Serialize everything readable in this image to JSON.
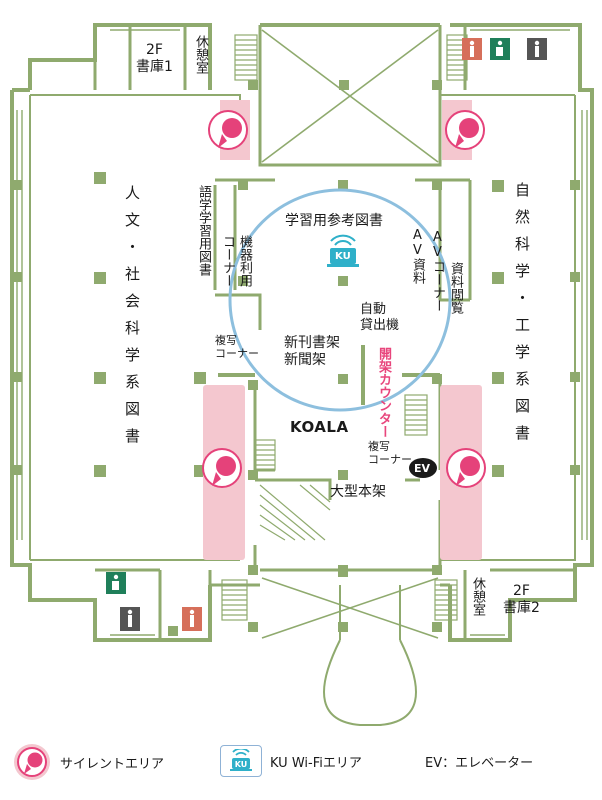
{
  "rooms": {
    "storage_2f_1": "2F\n書庫1",
    "lounge_1": "休憩室",
    "lounge_2": "休憩室",
    "storage_2f_2": "2F\n書庫2",
    "humanities": "人文・社会科学系図書",
    "science": "自然科学・工学系図書",
    "language_study": "語学学習用図書",
    "equipment": "機器利用",
    "corner_1": "コーナー",
    "av_materials": "AV資料",
    "av_corner": "AVコーナー",
    "av_viewing": "資料閲覧",
    "reference": "学習用参考図書",
    "auto_lending": "自動\n貸出機",
    "new_books": "新刊書架\n新聞架",
    "copy_corner_1": "複写\nコーナー",
    "copy_corner_2": "複写\nコーナー",
    "lending_counter": "開架カウンター",
    "koala": "KOALA",
    "ev": "EV",
    "large_shelf": "大型本架",
    "wifi_badge": "KU"
  },
  "legend": {
    "silent": "サイレントエリア",
    "wifi": "KU Wi-Fiエリア",
    "ev": "EV：エレベーター"
  },
  "colors": {
    "wall": "#8faa6e",
    "wall_fill": "#ffffff",
    "pink_area": "#f4c7cf",
    "silent_icon": "#e5427a",
    "wifi_ring": "#8dbfde",
    "wifi_icon": "#2fb0c9",
    "restroom_red": "#d66f5a",
    "accessible_green": "#1f7f5a",
    "restroom_gray": "#555555"
  }
}
